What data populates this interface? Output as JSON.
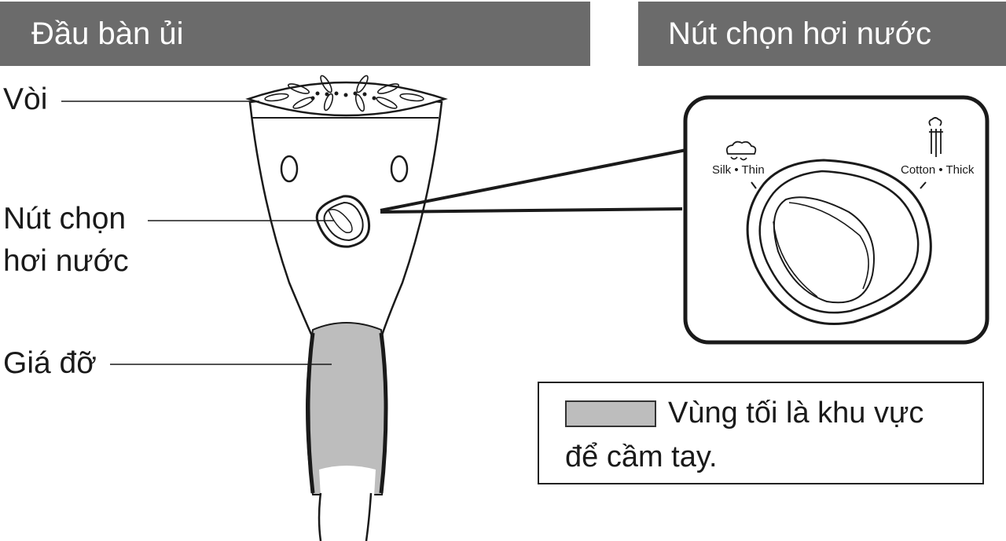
{
  "headers": {
    "left": "Đầu bàn ủi",
    "right": "Nút chọn hơi nước"
  },
  "callouts": {
    "nozzle": "Vòi",
    "steam_selector_line1": "Nút chọn",
    "steam_selector_line2": "hơi nước",
    "holder": "Giá đỡ"
  },
  "dial": {
    "left_setting": "Silk • Thin",
    "right_setting": "Cotton • Thick",
    "left_icon": "cloud-steam-icon",
    "right_icon": "heavy-steam-icon"
  },
  "legend": {
    "line1": "Vùng tối là khu vực",
    "line2": "để cầm tay.",
    "swatch_color": "#bdbdbd"
  },
  "colors": {
    "banner": "#6b6b6b",
    "grip": "#bdbdbd"
  }
}
